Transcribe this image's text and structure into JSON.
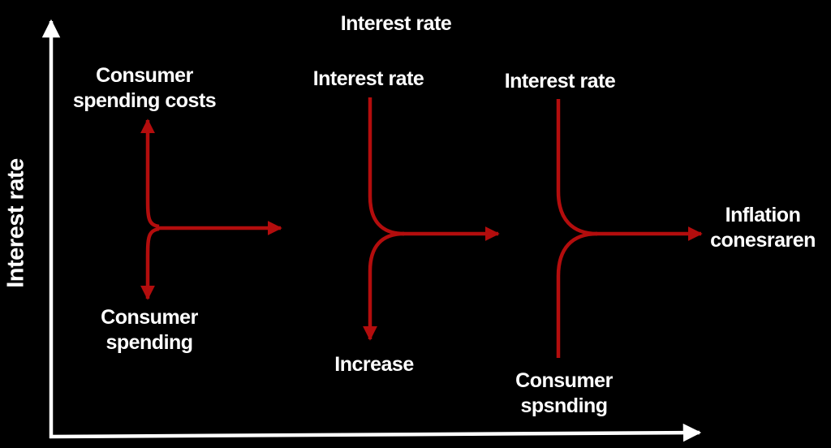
{
  "title": "Interest rate",
  "y_axis_label": "Interest rate",
  "colors": {
    "background": "#000000",
    "axes": "#ffffff",
    "arrows": "#b30d0d",
    "text": "#ffffff"
  },
  "nodes": {
    "a_top": [
      "Consumer",
      "spending costs"
    ],
    "a_bottom": [
      "Consumer",
      "spending"
    ],
    "b_top": "Interest rate",
    "b_bottom": "Increase",
    "c_top": "Interest rate",
    "c_bottom": [
      "Consumer",
      "spsnding"
    ],
    "right": [
      "Inflation",
      "conesraren"
    ]
  }
}
